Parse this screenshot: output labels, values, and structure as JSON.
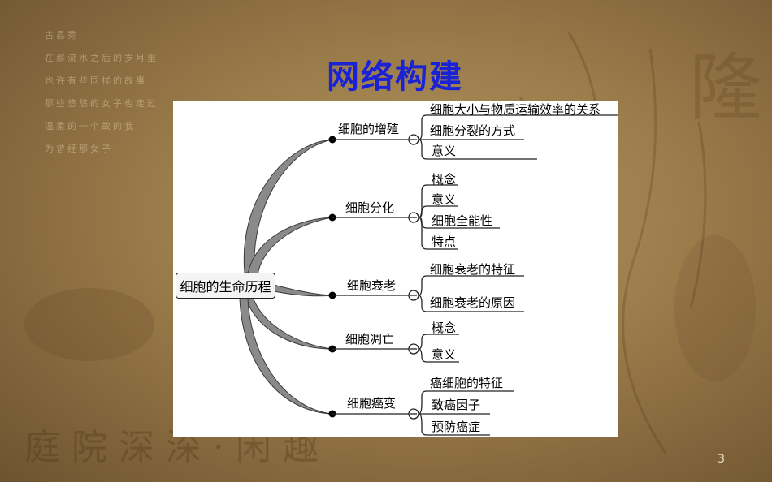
{
  "slide": {
    "title": "网络构建",
    "page_number": "3",
    "decor": {
      "poem_lines": [
        "古县秀",
        "在那流水之后的岁月里",
        "也许有些同样的故事",
        "那些悠悠的女子也走过",
        "温柔的一个故的我",
        "为曾经那女子"
      ],
      "seal_text": "庭院深深·闲趣",
      "corner_char": "隆"
    }
  },
  "diagram": {
    "root": "细胞的生命历程",
    "branches": [
      {
        "label": "细胞的增殖",
        "items": [
          "细胞大小与物质运输效率的关系",
          "细胞分裂的方式",
          "意义"
        ]
      },
      {
        "label": "细胞分化",
        "items": [
          "概念",
          "意义",
          "细胞全能性",
          "特点"
        ]
      },
      {
        "label": "细胞衰老",
        "items": [
          "细胞衰老的特征",
          "细胞衰老的原因"
        ]
      },
      {
        "label": "细胞凋亡",
        "items": [
          "概念",
          "意义"
        ]
      },
      {
        "label": "细胞癌变",
        "items": [
          "癌细胞的特征",
          "致癌因子",
          "预防癌症"
        ]
      }
    ]
  }
}
